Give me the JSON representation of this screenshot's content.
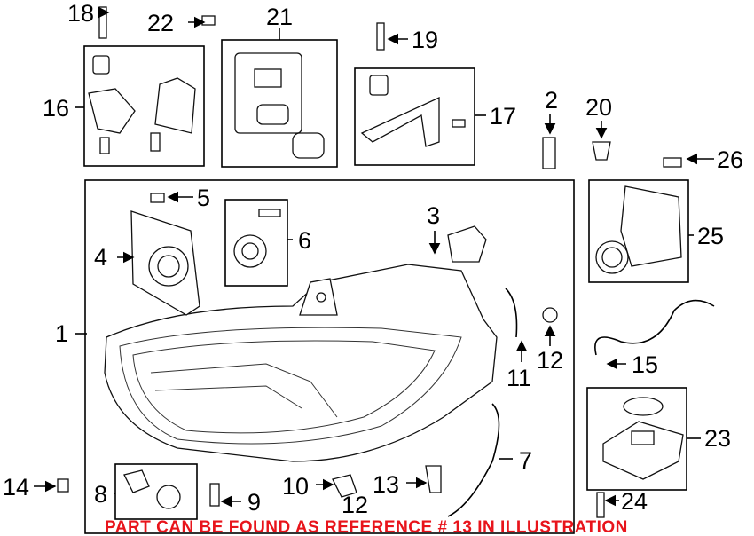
{
  "callouts": {
    "c1": "1",
    "c2": "2",
    "c3": "3",
    "c4": "4",
    "c5": "5",
    "c6": "6",
    "c7": "7",
    "c8": "8",
    "c9": "9",
    "c10": "10",
    "c11": "11",
    "c12": "12",
    "c12b": "12",
    "c13": "13",
    "c14": "14",
    "c15": "15",
    "c16": "16",
    "c17": "17",
    "c18": "18",
    "c19": "19",
    "c20": "20",
    "c21": "21",
    "c22": "22",
    "c23": "23",
    "c24": "24",
    "c25": "25",
    "c26": "26"
  },
  "note": "PART CAN BE FOUND AS REFERENCE # 13 IN ILLUSTRATION",
  "colors": {
    "note": "#e8141b",
    "lines": "#000000"
  }
}
